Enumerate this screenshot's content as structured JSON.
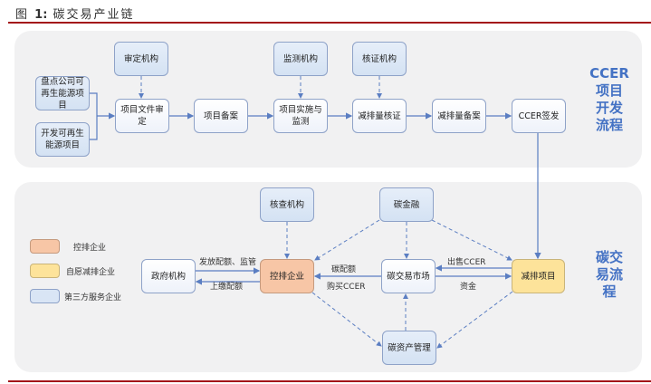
{
  "figure": {
    "label": "图",
    "number": "1:",
    "title": "碳交易产业链"
  },
  "ccer_panel": {
    "side_label": [
      "CCER",
      "项目",
      "开发",
      "流程"
    ],
    "sources": [
      "盘点公司可再生能源项目",
      "开发可再生能源项目"
    ],
    "authorities": {
      "approval": "审定机构",
      "monitoring": "监测机构",
      "verification": "核证机构"
    },
    "steps": [
      "项目文件审定",
      "项目备案",
      "项目实施与监测",
      "减排量核证",
      "减排量备案",
      "CCER签发"
    ]
  },
  "trading_panel": {
    "side_label": [
      "碳交",
      "易流",
      "程"
    ],
    "nodes": {
      "inspection": "核查机构",
      "finance": "碳金融",
      "government": "政府机构",
      "controlled": "控排企业",
      "market": "碳交易市场",
      "reduction": "减排项目",
      "asset_mgmt": "碳资产管理"
    },
    "edge_labels": {
      "gov_to_ctrl": "发放配额、监管",
      "ctrl_to_gov": "上缴配额",
      "market_to_ctrl": "碳配额",
      "ctrl_to_market": "购买CCER",
      "reduction_to_market": "出售CCER",
      "market_to_reduction": "资金"
    }
  },
  "legend": [
    {
      "label": "控排企业",
      "color": "#f7c6a6"
    },
    {
      "label": "自愿减排企业",
      "color": "#fde39a"
    },
    {
      "label": "第三方服务企业",
      "color": "#d9e5f5"
    }
  ],
  "colors": {
    "accent_rule": "#a3151a",
    "side_label": "#4472c4",
    "arrow": "#5b7ec2"
  }
}
